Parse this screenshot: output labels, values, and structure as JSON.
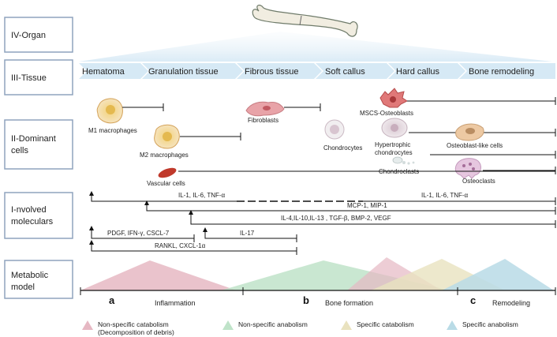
{
  "levels": [
    {
      "label": "IV-Organ"
    },
    {
      "label": "III-Tissue"
    },
    {
      "label": "II-Dominant",
      "label2": "cells"
    },
    {
      "label": "I-nvolved",
      "label2": "moleculars"
    },
    {
      "label": "Metabolic",
      "label2": "model"
    }
  ],
  "tissue_stages": [
    "Hematoma",
    "Granulation tissue",
    "Fibrous tissue",
    "Soft callus",
    "Hard callus",
    "Bone remodeling"
  ],
  "cells": {
    "m1": "M1 macrophages",
    "m2": "M2 macrophages",
    "fibroblasts": "Fibroblasts",
    "mscs": "MSCS-Osteoblasts",
    "chondrocytes": "Chondrocytes",
    "hypertrophic": "Hypertrophic",
    "hypertrophic2": "chondrocytes",
    "osteoblast_like": "Osteoblast-like cells",
    "chondroclasts": "Chondroclasts",
    "osteoclasts": "Osteoclasts",
    "vascular": "Vascular cells"
  },
  "molecules": {
    "il_early": "IL-1, IL-6, TNF-α",
    "il_late": "IL-1, IL-6, TNF-α",
    "mcp": "MCP-1, MIP-1",
    "il4": "IL-4,IL-10,IL-13 , TGF-β,  BMP-2,  VEGF",
    "pdgf": "PDGF,  IFN-γ,  CSCL-7",
    "il17": "IL-17",
    "rankl": "RANKL, CXCL-1α"
  },
  "phases": [
    {
      "letter": "a",
      "label": "Inflammation"
    },
    {
      "letter": "b",
      "label": "Bone formation"
    },
    {
      "letter": "c",
      "label": "Remodeling"
    }
  ],
  "legend": [
    {
      "label": "Non-specific catabolism",
      "label2": "(Decomposition of debris)",
      "color": "#e6b8c3"
    },
    {
      "label": "Non-specific anabolism",
      "label2": "",
      "color": "#bfe3c9"
    },
    {
      "label": "Specific catabolism",
      "label2": "",
      "color": "#e9e2bf"
    },
    {
      "label": "Specific anabolism",
      "label2": "",
      "color": "#b9dbe6"
    }
  ],
  "colors": {
    "box_border": "#8fa3bd",
    "arrow_fill": "#d6e9f5",
    "pink": "#e6b8c3",
    "green": "#bfe3c9",
    "tan": "#e9e2bf",
    "blue": "#b9dbe6"
  }
}
